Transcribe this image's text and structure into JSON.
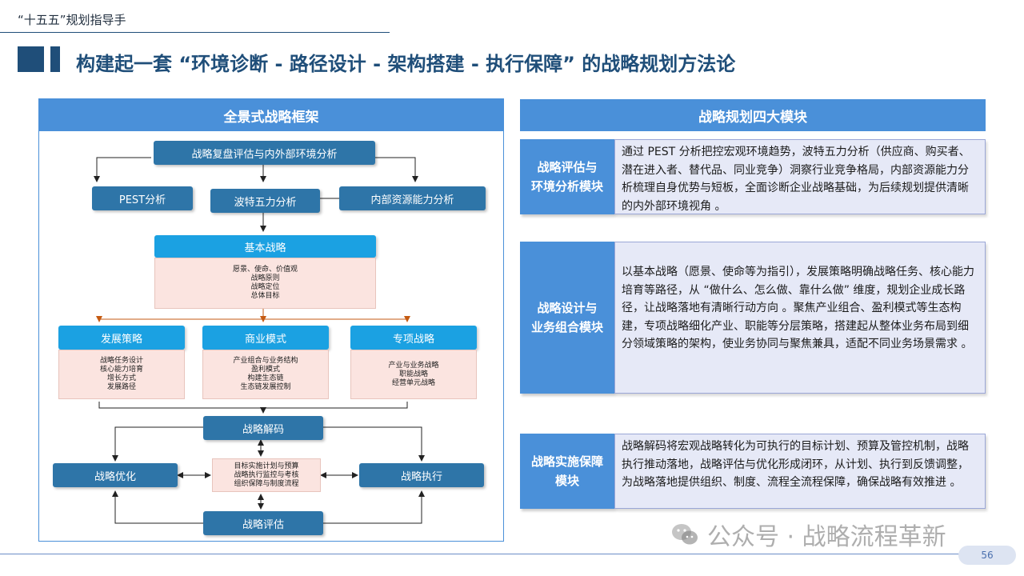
{
  "header": {
    "text": "“十五五”规划指导手"
  },
  "title": "构建起一套 “环境诊断 - 路径设计 - 架构搭建 - 执行保障” 的战略规划方法论",
  "framework": {
    "heading": "全景式战略框架",
    "top_box": "战略复盘评估与内外部环境分析",
    "analysis": [
      "PEST分析",
      "波特五力分析",
      "内部资源能力分析"
    ],
    "basic_strategy": {
      "label": "基本战略",
      "items": [
        "愿景、使命、价值观",
        "战略原则",
        "战略定位",
        "总体目标"
      ]
    },
    "strategies": [
      {
        "label": "发展策略",
        "items": [
          "战略任务设计",
          "核心能力培育",
          "增长方式",
          "发展路径"
        ]
      },
      {
        "label": "商业模式",
        "items": [
          "产业组合与业务结构",
          "盈利模式",
          "构建生态链",
          "生态链发展控制"
        ]
      },
      {
        "label": "专项战略",
        "items": [
          "产业与业务战略",
          "职能战略",
          "经营单元战略"
        ]
      }
    ],
    "cycle": {
      "decode": "战略解码",
      "optimize": "战略优化",
      "execute": "战略执行",
      "evaluate": "战略评估",
      "center_items": [
        "目标实施计划与预算",
        "战略执行监控与考核",
        "组织保障与制度流程"
      ]
    }
  },
  "modules": {
    "heading": "战略规划四大模块",
    "items": [
      {
        "label_lines": [
          "战略评估与",
          "环境分析模块"
        ],
        "desc": "通过 PEST 分析把控宏观环境趋势，波特五力分析（供应商、购买者、潜在进入者、替代品、同业竞争）洞察行业竞争格局，内部资源能力分析梳理自身优势与短板，全面诊断企业战略基础，为后续规划提供清晰的内外部环境视角 。"
      },
      {
        "label_lines": [
          "战略设计与",
          "业务组合模块"
        ],
        "desc": "以基本战略（愿景、使命等为指引），发展策略明确战略任务、核心能力培育等路径，从 “做什么、怎么做、靠什么做” 维度，规划企业成长路径，让战略落地有清晰行动方向 。聚焦产业组合、盈利模式等生态构建，专项战略细化产业、职能等分层策略，搭建起从整体业务布局到细分领域策略的架构，使业务协同与聚焦兼具，适配不同业务场景需求 。"
      },
      {
        "label_lines": [
          "战略实施保障",
          "模块"
        ],
        "desc": "战略解码将宏观战略转化为可执行的目标计划、预算及管控机制，战略执行推动落地，战略评估与优化形成闭环，从计划、执行到反馈调整，为战略落地提供组织、制度、流程全流程保障，确保战略有效推进 。"
      }
    ]
  },
  "watermark": "公众号 · 战略流程革新",
  "page_number": "56",
  "colors": {
    "navy": "#1f4e79",
    "panel_blue": "#4a90d9",
    "dark_box": "#2e75a8",
    "cyan_box": "#1ba1e2",
    "pink": "#fbe4e0",
    "lavender": "#e6e9f7",
    "arrow_orange": "#c55a11"
  }
}
